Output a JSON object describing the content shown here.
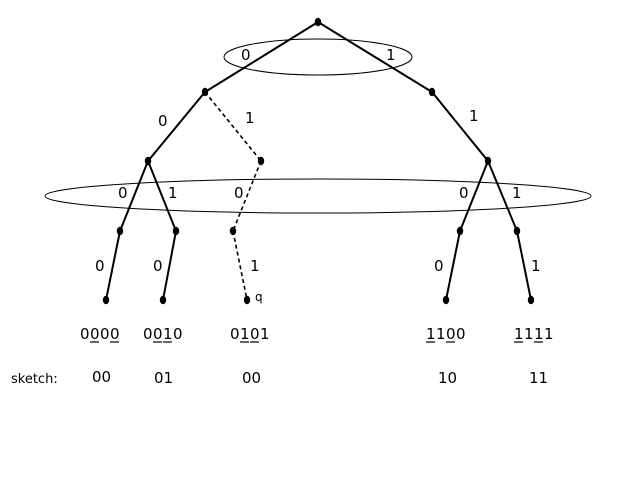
{
  "tree": {
    "edge_labels": {
      "root_left": "0",
      "root_right": "1",
      "n0_left": "0",
      "n0_right": "1",
      "n1_right": "1",
      "n00_left": "0",
      "n00_right": "1",
      "n01_left": "0",
      "n11_left": "0",
      "n11_right": "1",
      "n000_child": "0",
      "n001_child": "0",
      "n010_child": "1",
      "n110_child": "0",
      "n111_child": "1"
    },
    "query_label": "q",
    "leaves": [
      {
        "bits": [
          "0",
          "0",
          "0",
          "0"
        ],
        "underlined": [
          1,
          3
        ]
      },
      {
        "bits": [
          "0",
          "0",
          "1",
          "0"
        ],
        "underlined": [
          1,
          2
        ]
      },
      {
        "bits": [
          "0",
          "1",
          "0",
          "1"
        ],
        "underlined": [
          1,
          2
        ]
      },
      {
        "bits": [
          "1",
          "1",
          "0",
          "0"
        ],
        "underlined": [
          0,
          2
        ]
      },
      {
        "bits": [
          "1",
          "1",
          "1",
          "1"
        ],
        "underlined": [
          0,
          2
        ]
      }
    ]
  },
  "sketch": {
    "title": "sketch:",
    "values": [
      "00",
      "01",
      "00",
      "10",
      "11"
    ]
  }
}
